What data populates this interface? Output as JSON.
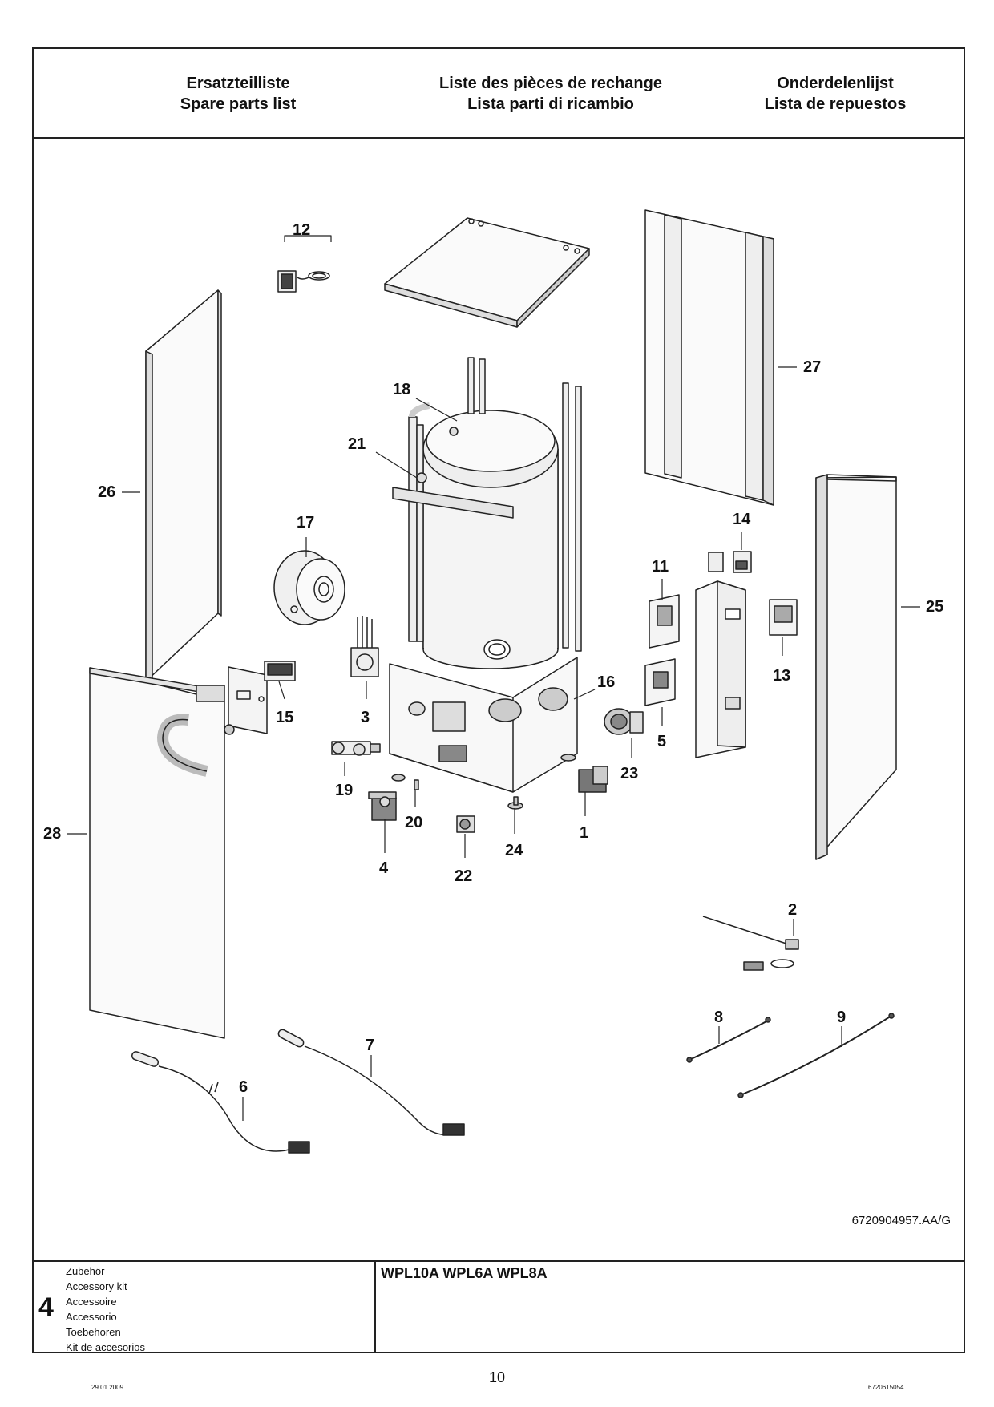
{
  "header": {
    "col1": [
      "Ersatzteilliste",
      "Spare parts list"
    ],
    "col2": [
      "Liste des pièces de rechange",
      "Lista parti di ricambio"
    ],
    "col3": [
      "Onderdelenlijst",
      "Lista de repuestos"
    ]
  },
  "part_labels": [
    "1",
    "2",
    "3",
    "4",
    "5",
    "6",
    "7",
    "8",
    "9",
    "11",
    "12",
    "13",
    "14",
    "15",
    "16",
    "17",
    "18",
    "19",
    "20",
    "21",
    "22",
    "23",
    "24",
    "25",
    "26",
    "27",
    "28"
  ],
  "figure_id": "6720904957.AA/G",
  "footer": {
    "section_number": "4",
    "section_titles": [
      "Zubehör",
      "Accessory kit",
      "Accessoire",
      "Accessorio",
      "Toebehoren",
      "Kit de accesorios"
    ],
    "models": "WPL10A WPL6A WPL8A"
  },
  "page": {
    "date": "29.01.2009",
    "number": "10",
    "doc_number": "6720615054"
  }
}
